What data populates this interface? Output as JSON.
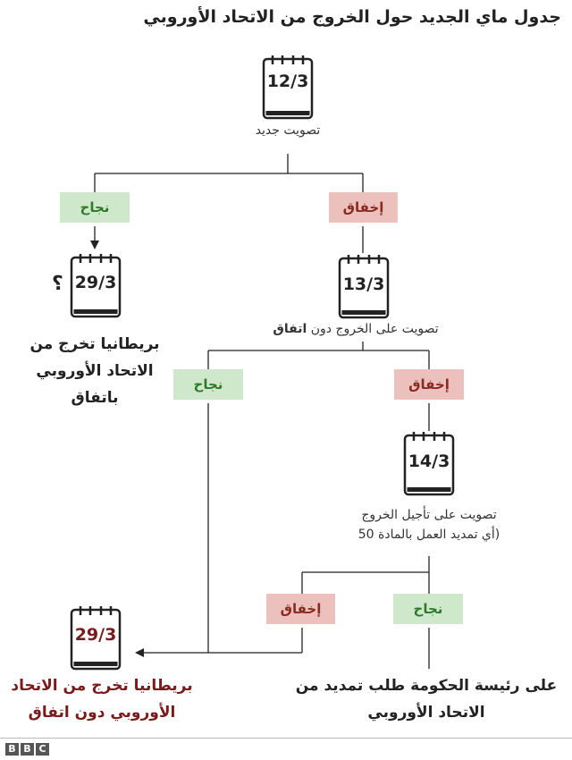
{
  "title": "جدول ماي الجديد حول الخروج من الاتحاد الأوروبي",
  "dates": {
    "first_vote": "12/3",
    "no_deal_vote": "13/3",
    "extension_vote": "14/3",
    "deal_exit": "29/3",
    "no_deal_exit": "29/3"
  },
  "question_mark": "؟",
  "labels": {
    "first_vote": "تصويت جديد",
    "no_deal_vote_prefix": "تصويت على الخروج دون",
    "no_deal_vote_bold": "اتفاق",
    "extension_vote_line1": "تصويت على تأجيل الخروج",
    "extension_vote_line2": "(أي تمديد العمل بالمادة 50"
  },
  "boxes": {
    "success": "نجاح",
    "fail": "إخفاق"
  },
  "outcomes": {
    "deal": [
      "بريطانيا تخرج من",
      "الاتحاد الأوروبي",
      "باتفاق"
    ],
    "extension": [
      "على رئيسة الحكومة طلب تمديد من",
      "الاتحاد الأوروبي"
    ],
    "no_deal": [
      "بريطانيا تخرج من الاتحاد",
      "الأوروبي دون اتفاق"
    ]
  },
  "branding": {
    "letters": [
      "B",
      "B",
      "C"
    ]
  },
  "colors": {
    "success_bg": "#cfe8cc",
    "success_text": "#2f7a2a",
    "fail_bg": "#ecc1bd",
    "fail_text": "#8a2b22",
    "no_deal_text": "#7b1a1a"
  }
}
